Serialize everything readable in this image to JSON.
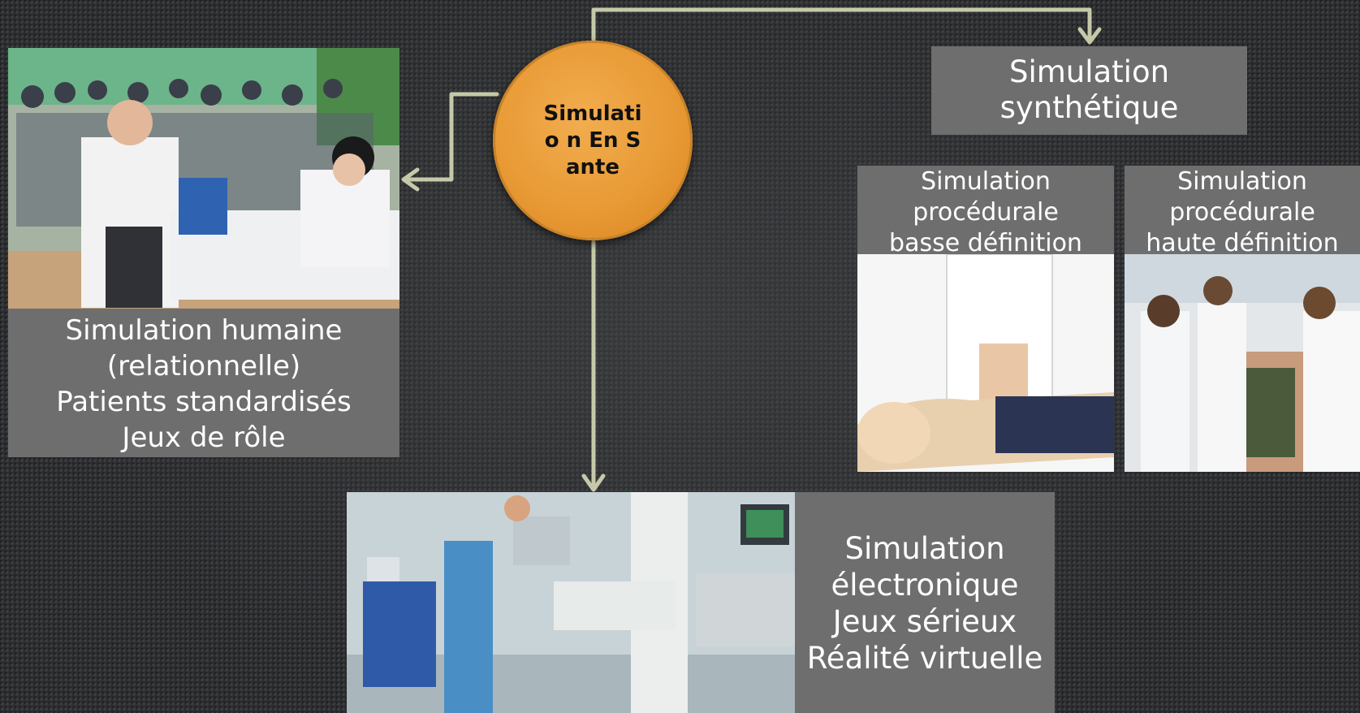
{
  "center": {
    "label": "Simulation En Sante",
    "lines": [
      "Simulatio",
      "n",
      "En",
      "Sante"
    ]
  },
  "panels": {
    "synthetic": {
      "lines": [
        "Simulation",
        "synthétique"
      ]
    },
    "human": {
      "lines": [
        "Simulation humaine",
        "(relationnelle)",
        "Patients standardisés",
        "Jeux de rôle"
      ]
    },
    "low_def": {
      "lines": [
        "Simulation",
        "procédurale",
        "basse définition"
      ]
    },
    "high_def": {
      "lines": [
        "Simulation",
        "procédurale",
        "haute définition"
      ]
    },
    "electronic": {
      "lines": [
        "Simulation",
        "électronique",
        "Jeux sérieux",
        "Réalité virtuelle"
      ]
    }
  },
  "colors": {
    "background": "#2a2c2e",
    "panel": "#6e6e6e",
    "center_node": "#e89a35",
    "connector": "#c6c9a9"
  }
}
